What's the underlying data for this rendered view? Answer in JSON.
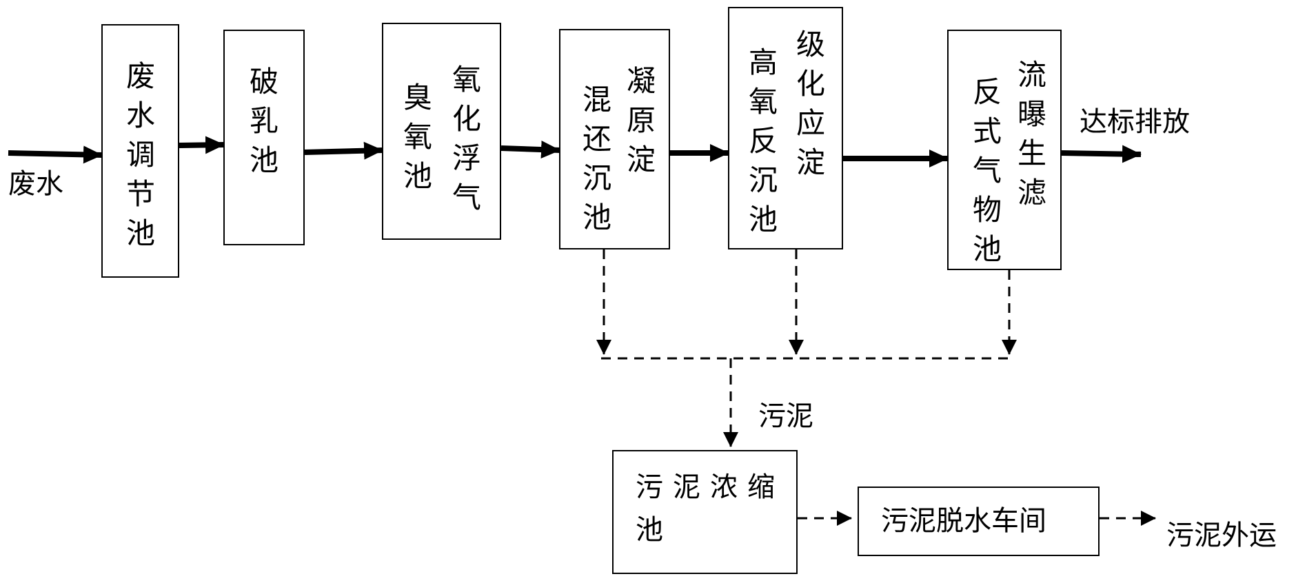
{
  "input_label": "废水",
  "discharge_label": "达标排放",
  "sludge_label": "污泥",
  "process_boxes": [
    {
      "columns": [
        "废水调节池"
      ]
    },
    {
      "columns": [
        "破乳池"
      ]
    },
    {
      "columns": [
        "臭氧池",
        "氧化浮气"
      ]
    },
    {
      "columns": [
        "混还沉池",
        "凝原淀"
      ]
    },
    {
      "columns": [
        "高氧反沉池",
        "级化应淀"
      ]
    },
    {
      "columns": [
        "反式气物池",
        "流曝生滤"
      ]
    }
  ],
  "sludge_thickening": {
    "line1": "污泥浓缩",
    "line2": "池"
  },
  "sludge_dewatering": "污泥脱水车间",
  "sludge_out": "污泥外运"
}
